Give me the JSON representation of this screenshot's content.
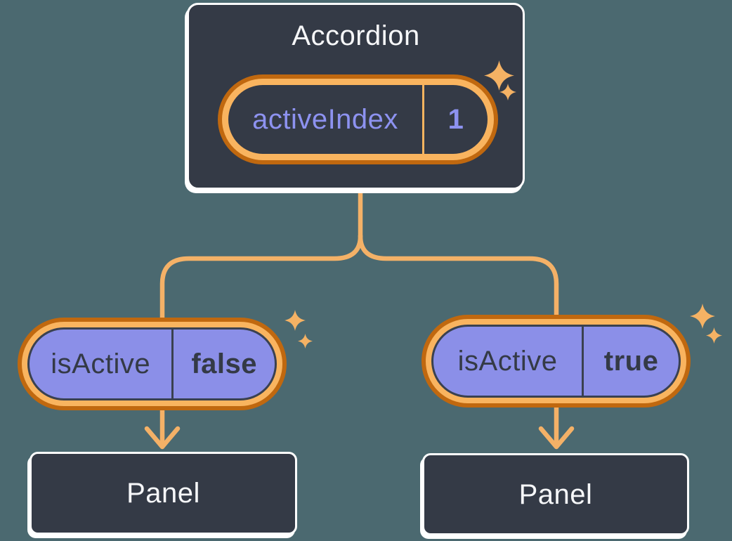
{
  "canvas": {
    "background_color": "#4b6970",
    "description": "React component tree diagram: Accordion owns activeIndex state, passes isActive props to two Panels"
  },
  "colors": {
    "node_background": "#343a46",
    "node_border": "#ffffff",
    "node_text": "#f6f7f9",
    "state_ring_outer": "#c0680f",
    "state_ring_band": "#f9b45f",
    "state_text_purple": "#8d92f0",
    "prop_pill_fill": "#8b8fe8",
    "prop_pill_outline": "#3a4150",
    "prop_text_dark": "#343a46",
    "connector_line": "#f4b167",
    "sparkle": "#f5b264"
  },
  "diagram": {
    "root": {
      "title": "Accordion",
      "state": {
        "name": "activeIndex",
        "value": "1"
      }
    },
    "children": [
      {
        "prop_name": "isActive",
        "prop_value": "false",
        "panel_label": "Panel"
      },
      {
        "prop_name": "isActive",
        "prop_value": "true",
        "panel_label": "Panel"
      }
    ]
  }
}
